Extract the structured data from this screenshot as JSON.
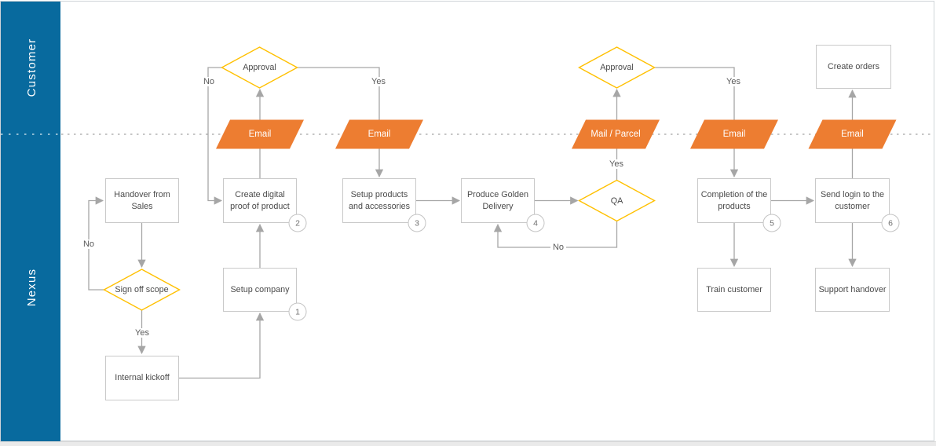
{
  "diagram": {
    "lanes": [
      {
        "label": "Customer"
      },
      {
        "label": "Nexus"
      }
    ]
  },
  "decisions": {
    "approval1": {
      "label": "Approval"
    },
    "approval2": {
      "label": "Approval"
    },
    "qa": {
      "label": "QA"
    },
    "signoff": {
      "label": "Sign off scope"
    }
  },
  "interfaces": {
    "email1": {
      "label": "Email"
    },
    "email2": {
      "label": "Email"
    },
    "mail_parcel": {
      "label": "Mail / Parcel"
    },
    "email3": {
      "label": "Email"
    },
    "email4": {
      "label": "Email"
    }
  },
  "processes": {
    "handover": {
      "label": "Handover from Sales"
    },
    "create_proof": {
      "label": "Create digital proof of product",
      "step": "2"
    },
    "setup_products": {
      "label": "Setup products and accessories",
      "step": "3"
    },
    "produce_golden": {
      "label": "Produce Golden Delivery",
      "step": "4"
    },
    "completion": {
      "label": "Completion of the products",
      "step": "5"
    },
    "send_login": {
      "label": "Send login to the customer",
      "step": "6"
    },
    "create_orders": {
      "label": "Create orders"
    },
    "setup_company": {
      "label": "Setup company",
      "step": "1"
    },
    "train_customer": {
      "label": "Train customer"
    },
    "support_handover": {
      "label": "Support handover"
    },
    "internal_kickoff": {
      "label": "Internal kickoff"
    }
  },
  "edge_labels": {
    "signoff_no": "No",
    "signoff_yes": "Yes",
    "approval1_no": "No",
    "approval1_yes": "Yes",
    "qa_yes": "Yes",
    "qa_no": "No",
    "approval2_yes": "Yes"
  },
  "colors": {
    "lane_bar": "#086A9E",
    "interface_fill": "#ED7D31",
    "decision_stroke": "#FFC000",
    "connector": "#A6A6A6",
    "shape_border": "#C9C9C9",
    "text": "#4A4A4A"
  }
}
